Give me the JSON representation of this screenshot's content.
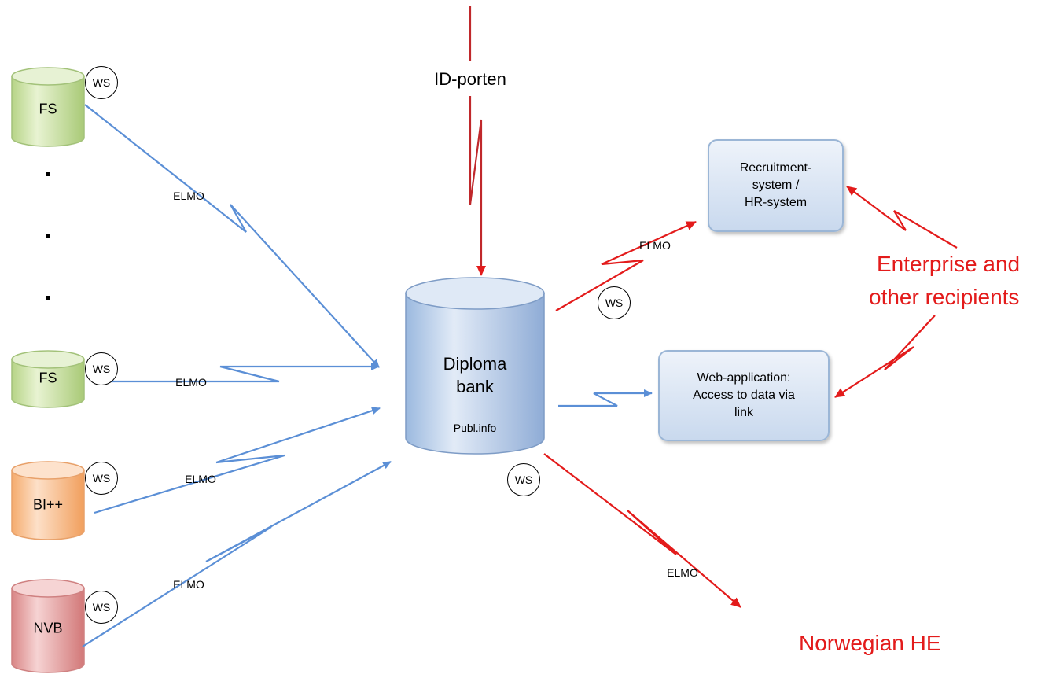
{
  "colors": {
    "blue_arrow": "#5b8fd6",
    "red_arrow": "#e31b1b",
    "fs_fill": "#cfe4a9",
    "bi_fill": "#f9c59a",
    "nvb_fill": "#e9a4a4",
    "bank_fill": "#b9cfe9"
  },
  "sources": [
    {
      "label": "FS",
      "ws": "WS",
      "link": "ELMO"
    },
    {
      "label": "FS",
      "ws": "WS",
      "link": "ELMO"
    },
    {
      "label": "BI++",
      "ws": "WS",
      "link": "ELMO"
    },
    {
      "label": "NVB",
      "ws": "WS",
      "link": "ELMO"
    }
  ],
  "top_input": {
    "label": "ID-porten"
  },
  "bank": {
    "title_line1": "Diploma",
    "title_line2": "bank",
    "subtitle": "Publ.info",
    "ws": "WS"
  },
  "recruitment_box": {
    "line1": "Recruitment-",
    "line2": "system /",
    "line3": "HR-system",
    "link": "ELMO"
  },
  "web_box": {
    "line1": "Web-application:",
    "line2": "Access to data via",
    "line3": "link",
    "ws": "WS"
  },
  "enterprise": {
    "line1": "Enterprise and",
    "line2": "other recipients"
  },
  "norwegian": {
    "label": "Norwegian HE",
    "link": "ELMO"
  }
}
